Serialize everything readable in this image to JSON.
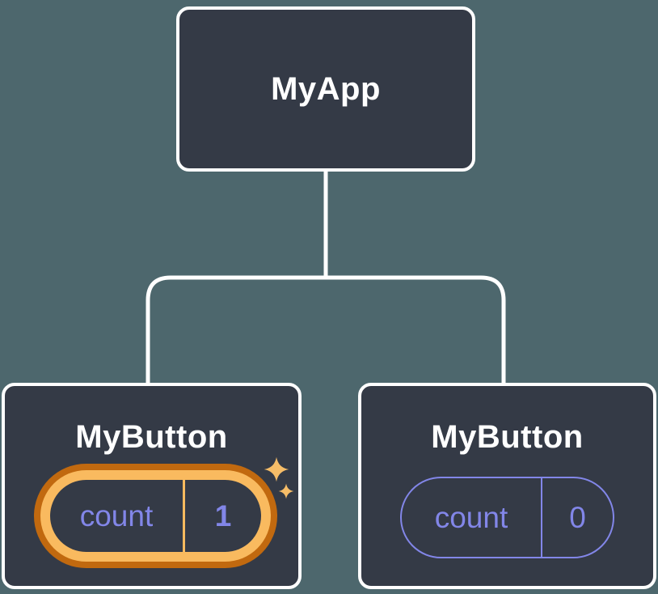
{
  "colors": {
    "background": "#4d676d",
    "node_fill": "#343a46",
    "node_border": "#ffffff",
    "connector": "#ffffff",
    "state_text": "#8286e8",
    "highlight_outer": "#c1690f",
    "highlight_inner": "#f9ba5f",
    "sparkle": "#f6bd68"
  },
  "tree": {
    "root": {
      "label": "MyApp"
    },
    "children": [
      {
        "label": "MyButton",
        "state_key": "count",
        "state_value": "1",
        "highlighted": true
      },
      {
        "label": "MyButton",
        "state_key": "count",
        "state_value": "0",
        "highlighted": false
      }
    ]
  }
}
